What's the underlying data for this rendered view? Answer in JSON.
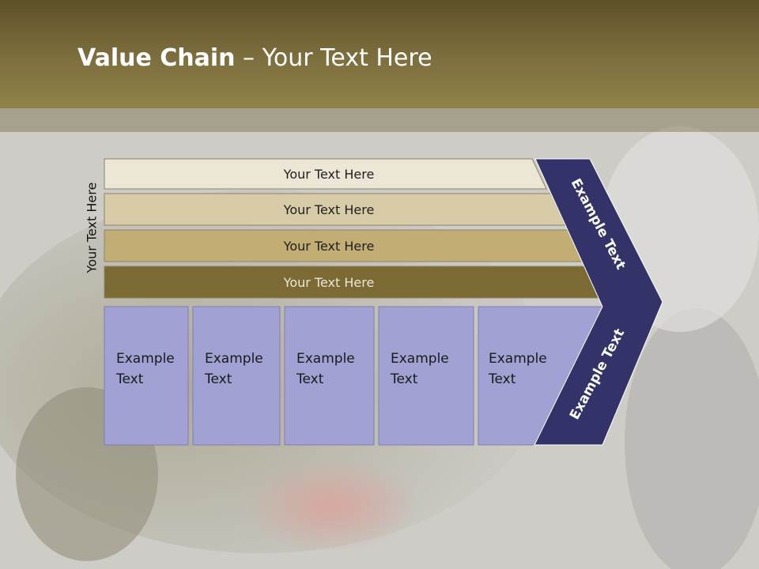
{
  "slide": {
    "title_bold": "Value Chain",
    "title_rest": " – Your Text Here",
    "side_label": "Your Text Here"
  },
  "support_rows": [
    {
      "label": "Your Text Here",
      "color": "#ece6d6"
    },
    {
      "label": "Your Text Here",
      "color": "#d7cca7"
    },
    {
      "label": "Your Text Here",
      "color": "#c2ad74"
    },
    {
      "label": "Your Text Here",
      "color": "#7b6a33"
    }
  ],
  "primary_boxes": [
    {
      "line1": "Example",
      "line2": "Text"
    },
    {
      "line1": "Example",
      "line2": "Text"
    },
    {
      "line1": "Example",
      "line2": "Text"
    },
    {
      "line1": "Example",
      "line2": "Text"
    },
    {
      "line1": "Example",
      "line2": "Text"
    }
  ],
  "chevron": {
    "upper_label": "Example Text",
    "lower_label": "Example Text",
    "color": "#33336a"
  },
  "colors": {
    "box_fill": "#a1a1d3",
    "header": "#7e6f3e"
  }
}
